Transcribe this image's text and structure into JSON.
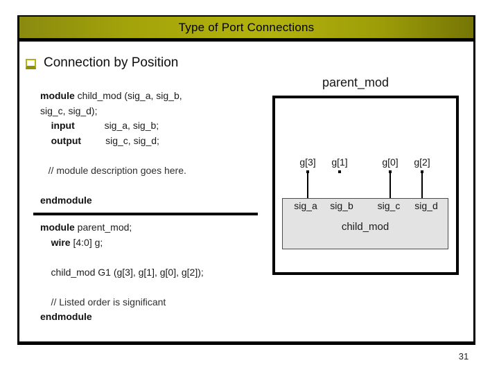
{
  "slide": {
    "title": "Type of Port Connections",
    "bullet": "Connection by Position",
    "page_number": "31"
  },
  "icons": {
    "bullet": "shadowed-square-bullet"
  },
  "colors": {
    "title_gradient_left": "#8a8a10",
    "title_gradient_mid": "#b2b20e",
    "title_gradient_right": "#757506",
    "bullet_olive": "#b3b30a",
    "bullet_shadow": "#8f9002",
    "child_box_fill": "#e3e3e3",
    "code_text": "#1b1b1b"
  },
  "code_blocks": [
    {
      "name": "child_mod definition",
      "lines": [
        {
          "segments": [
            {
              "t": "module",
              "bold": true
            },
            {
              "t": " child_mod (sig_a, sig_b,"
            }
          ]
        },
        {
          "segments": [
            {
              "t": "sig_c, sig_d);"
            }
          ]
        },
        {
          "segments": [
            {
              "t": "    "
            },
            {
              "t": "input",
              "bold": true
            },
            {
              "t": "           sig_a, sig_b;"
            }
          ]
        },
        {
          "segments": [
            {
              "t": "    "
            },
            {
              "t": "output",
              "bold": true
            },
            {
              "t": "         sig_c, sig_d;"
            }
          ]
        },
        {
          "segments": []
        },
        {
          "segments": [
            {
              "t": "   // module description goes here.",
              "comment": true
            }
          ]
        },
        {
          "segments": []
        },
        {
          "segments": [
            {
              "t": "endmodule",
              "bold": true
            }
          ]
        }
      ]
    },
    {
      "name": "parent_mod definition",
      "lines": [
        {
          "segments": [
            {
              "t": "module",
              "bold": true
            },
            {
              "t": " parent_mod;"
            }
          ]
        },
        {
          "segments": [
            {
              "t": "    "
            },
            {
              "t": "wire",
              "bold": true
            },
            {
              "t": " [4:0] g;"
            }
          ]
        },
        {
          "segments": []
        },
        {
          "segments": [
            {
              "t": "    child_mod G1 (g[3], g[1], g[0], g[2]);"
            }
          ]
        },
        {
          "segments": []
        },
        {
          "segments": [
            {
              "t": "    // Listed order is significant",
              "comment": true
            }
          ]
        },
        {
          "segments": [
            {
              "t": "endmodule",
              "bold": true
            }
          ]
        }
      ]
    }
  ],
  "diagram": {
    "parent_label": "parent_mod",
    "child_label": "child_mod",
    "ports": [
      {
        "wire": "g[3]",
        "port": "sig_a",
        "line_visible": true
      },
      {
        "wire": "g[1]",
        "port": "sig_b",
        "line_visible": false
      },
      {
        "wire": "g[0]",
        "port": "sig_c",
        "line_visible": true
      },
      {
        "wire": "g[2]",
        "port": "sig_d",
        "line_visible": true
      }
    ]
  }
}
